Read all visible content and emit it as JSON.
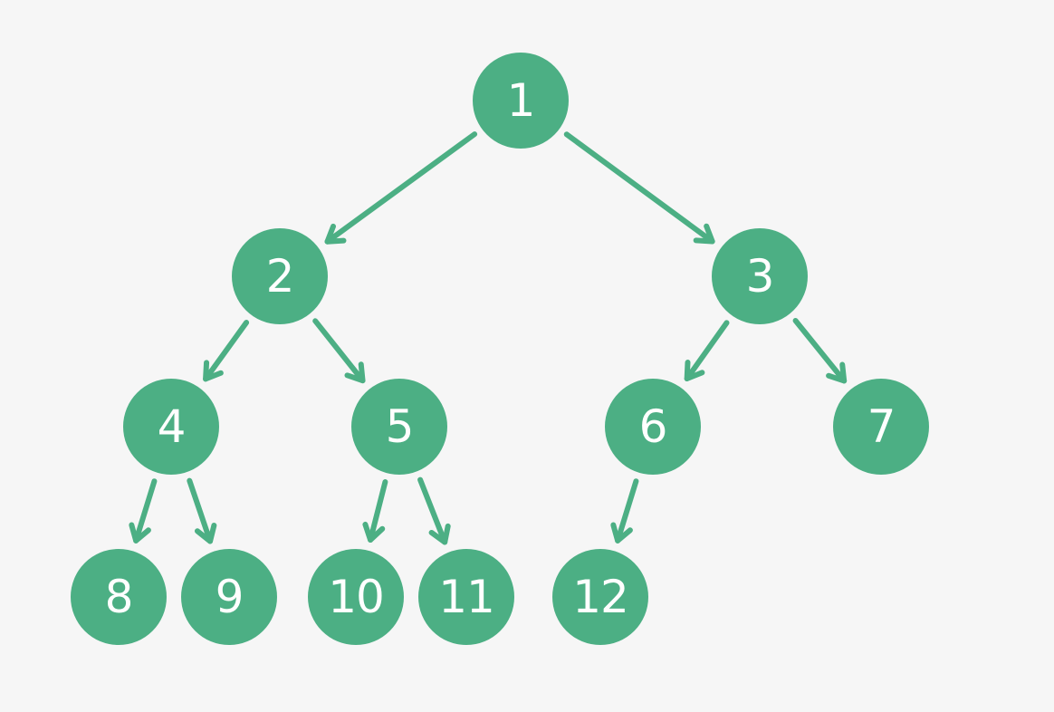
{
  "colors": {
    "background": "#f6f6f6",
    "node_fill": "#4caf84",
    "node_text": "#ffffff",
    "edge": "#4caf84"
  },
  "tree": {
    "nodes": [
      {
        "id": "n1",
        "label": "1"
      },
      {
        "id": "n2",
        "label": "2"
      },
      {
        "id": "n3",
        "label": "3"
      },
      {
        "id": "n4",
        "label": "4"
      },
      {
        "id": "n5",
        "label": "5"
      },
      {
        "id": "n6",
        "label": "6"
      },
      {
        "id": "n7",
        "label": "7"
      },
      {
        "id": "n8",
        "label": "8"
      },
      {
        "id": "n9",
        "label": "9"
      },
      {
        "id": "n10",
        "label": "10"
      },
      {
        "id": "n11",
        "label": "11"
      },
      {
        "id": "n12",
        "label": "12"
      }
    ],
    "edges": [
      {
        "from": "n1",
        "to": "n2"
      },
      {
        "from": "n1",
        "to": "n3"
      },
      {
        "from": "n2",
        "to": "n4"
      },
      {
        "from": "n2",
        "to": "n5"
      },
      {
        "from": "n3",
        "to": "n6"
      },
      {
        "from": "n3",
        "to": "n7"
      },
      {
        "from": "n4",
        "to": "n8"
      },
      {
        "from": "n4",
        "to": "n9"
      },
      {
        "from": "n5",
        "to": "n10"
      },
      {
        "from": "n5",
        "to": "n11"
      },
      {
        "from": "n6",
        "to": "n12"
      }
    ]
  }
}
